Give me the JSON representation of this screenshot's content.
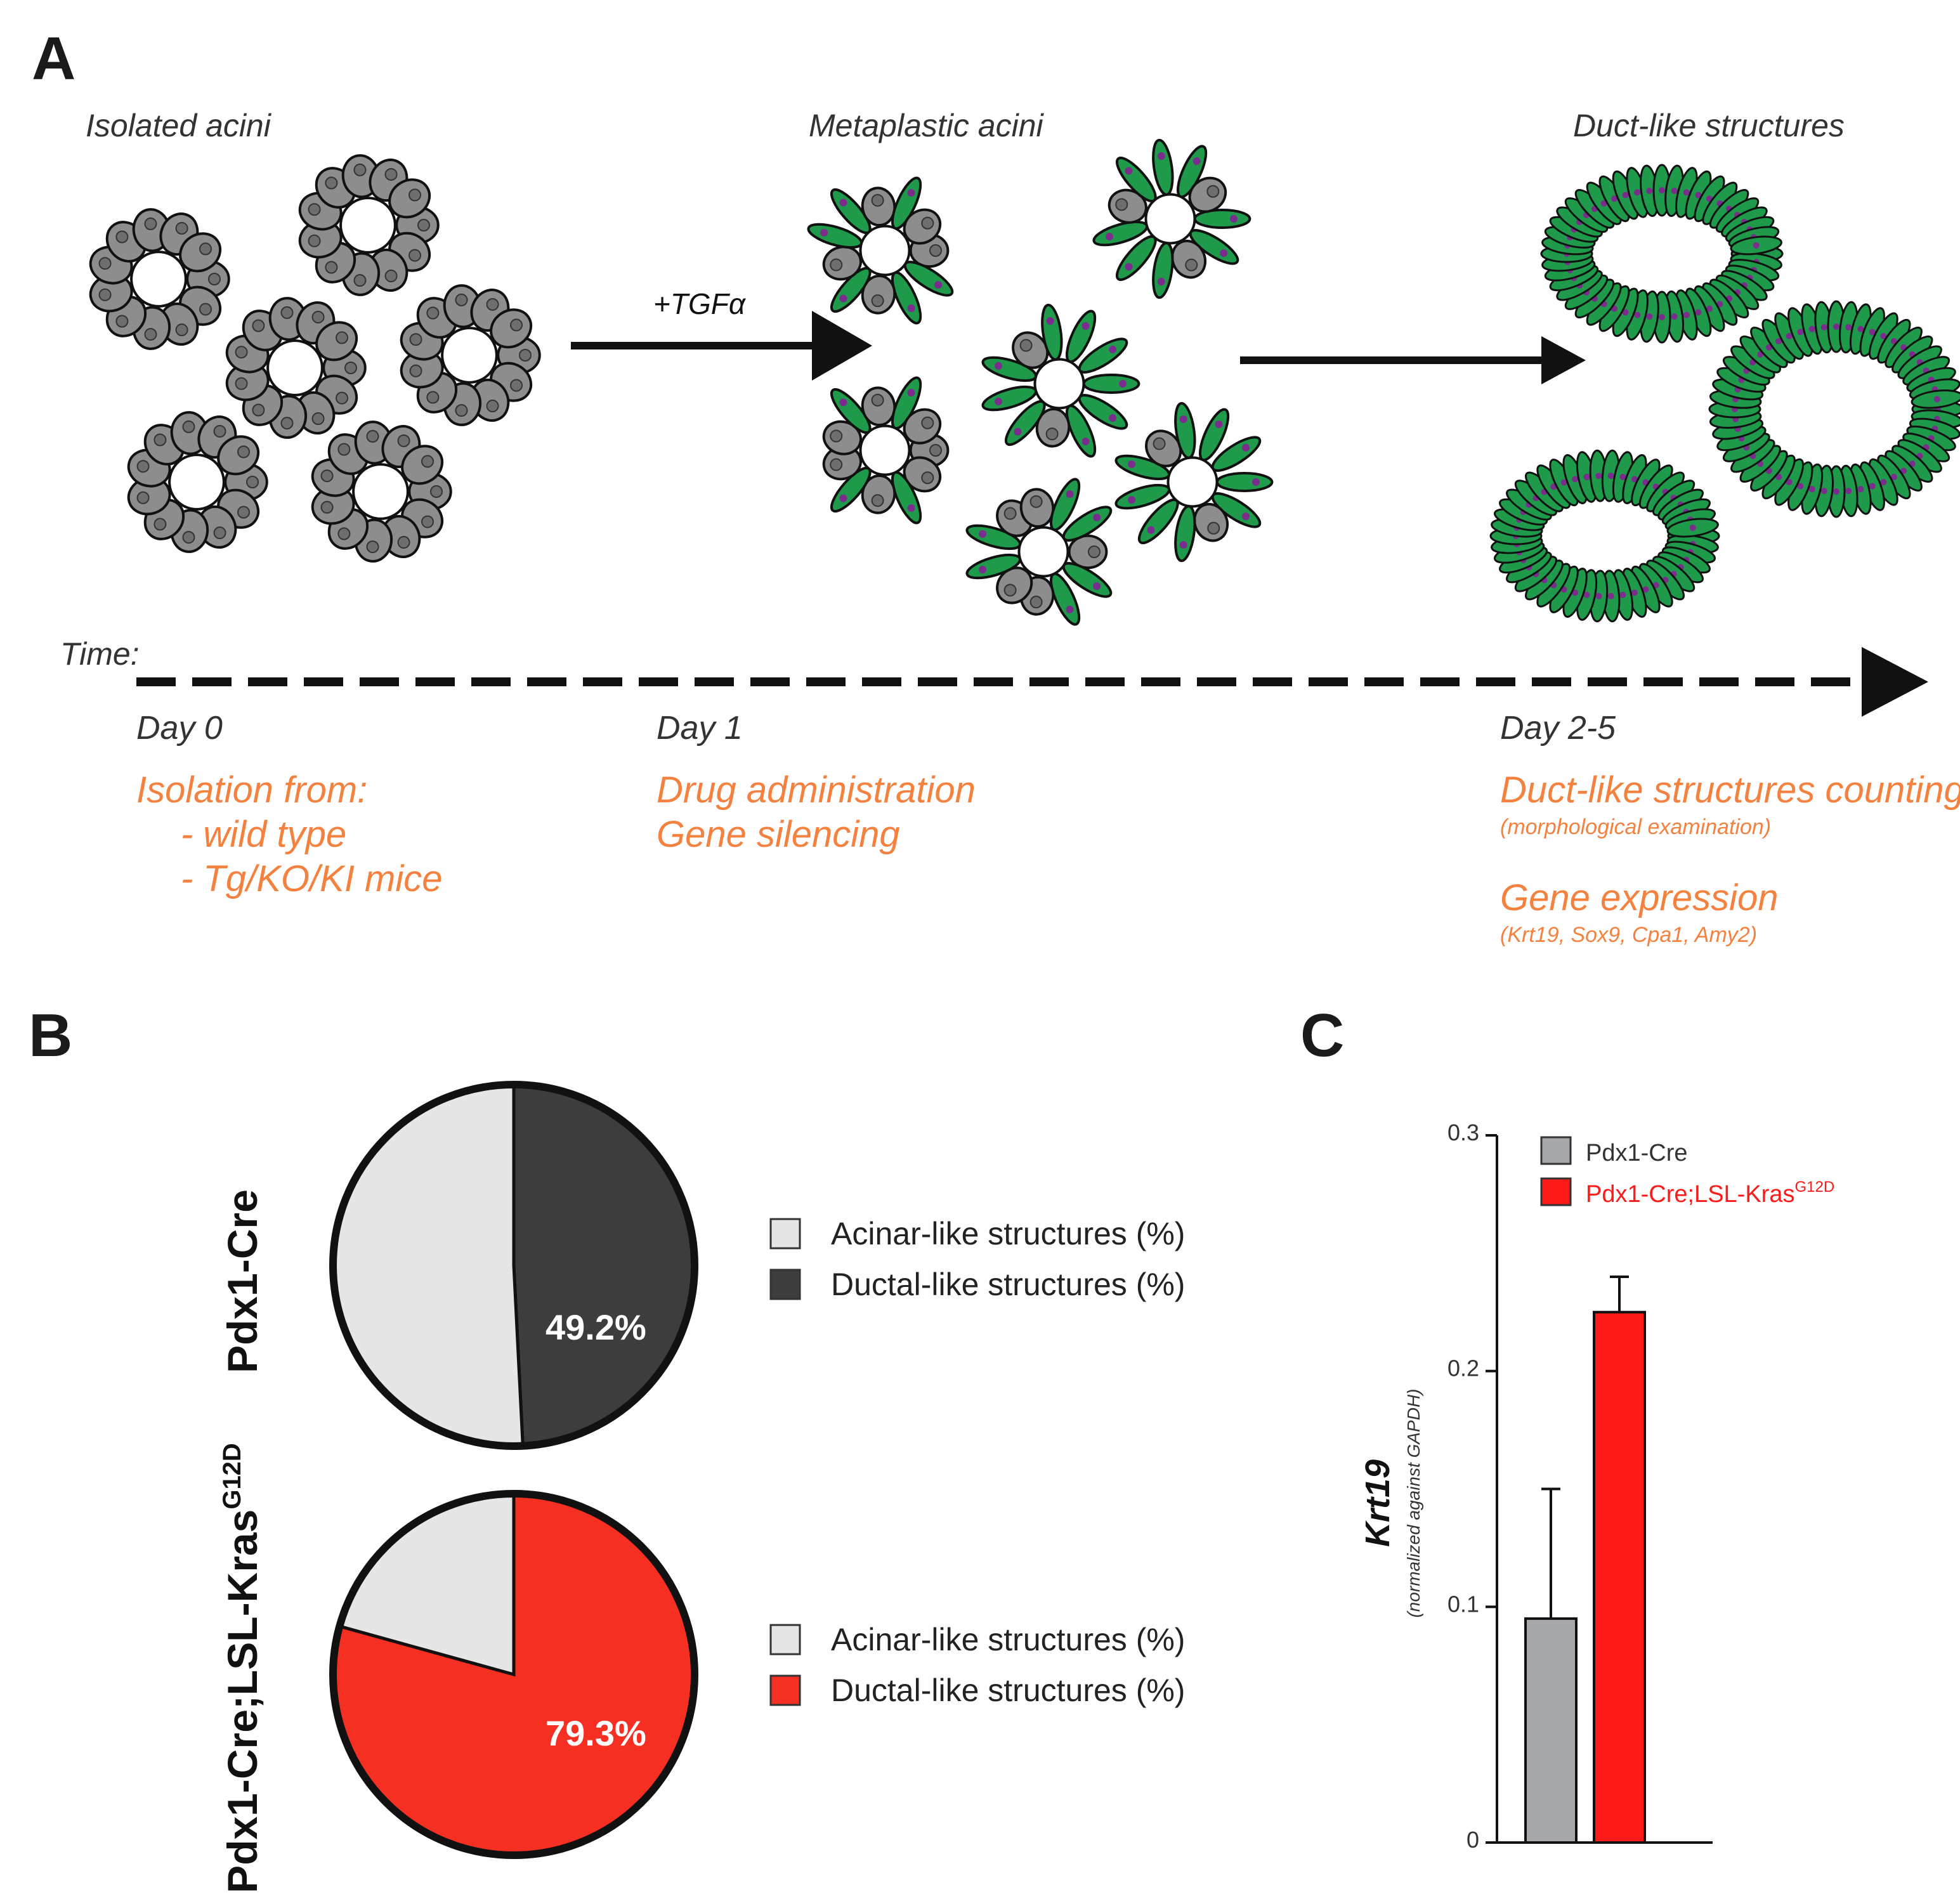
{
  "colors": {
    "cell_gray": "#8d8d8d",
    "cell_green": "#1e9a4a",
    "nucleus_purple": "#7b2d8e",
    "orange_text": "#f5813f",
    "pie_light": "#e6e6e6",
    "pie_dark": "#3d3d3d",
    "kras_red": "#f53022",
    "bar_gray": "#a6a8ab",
    "bar_red": "#ff1a1a"
  },
  "panel_a": {
    "letter": "A",
    "stages": [
      "Isolated acini",
      "Metaplastic acini",
      "Duct-like structures"
    ],
    "arrow_label": "+TGFα",
    "time_label": "Time:",
    "days": [
      "Day 0",
      "Day 1",
      "Day 2-5"
    ],
    "day0_lines": [
      "Isolation from:",
      "- wild type",
      "- Tg/KO/KI mice"
    ],
    "day1_lines": [
      "Drug administration",
      "Gene silencing"
    ],
    "day25": {
      "counting": "Duct-like structures counting",
      "counting_sub": "(morphological examination)",
      "expression": "Gene expression",
      "expression_sub": "(Krt19, Sox9, Cpa1, Amy2)"
    }
  },
  "panel_b": {
    "letter": "B",
    "chart_data": {
      "type": "pie",
      "pies": [
        {
          "row_label": "Pdx1-Cre",
          "slices": [
            {
              "label": "Acinar-like structures (%)",
              "value": 50.8,
              "color": "#e6e6e6"
            },
            {
              "label": "Ductal-like structures (%)",
              "value": 49.2,
              "color": "#3d3d3d"
            }
          ],
          "shown_label": "49.2%"
        },
        {
          "row_label_main": "Pdx1-Cre;LSL-Kras",
          "row_label_sup": "G12D",
          "slices": [
            {
              "label": "Acinar-like structures (%)",
              "value": 20.7,
              "color": "#e6e6e6"
            },
            {
              "label": "Ductal-like structures (%)",
              "value": 79.3,
              "color": "#f53022"
            }
          ],
          "shown_label": "79.3%"
        }
      ]
    }
  },
  "panel_c": {
    "letter": "C",
    "chart_data": {
      "type": "bar",
      "categories": [
        "Pdx1-Cre",
        "Pdx1-Cre;LSL-KrasG12D"
      ],
      "values": [
        0.095,
        0.225
      ],
      "errors": [
        0.055,
        0.015
      ],
      "bar_colors": [
        "#a6a8ab",
        "#ff1a1a"
      ],
      "legend": [
        {
          "text": "Pdx1-Cre",
          "color": "#a6a8ab",
          "text_color": "#333333"
        },
        {
          "text": "Pdx1-Cre;LSL-Kras",
          "sup": "G12D",
          "color": "#ff1a1a",
          "text_color": "#ff1a1a"
        }
      ],
      "ylim": [
        0,
        0.3
      ],
      "yticks": [
        "0",
        "0.1",
        "0.2",
        "0.3"
      ],
      "ylabel": "Krt19",
      "ylabel_sub": "(normalized against GAPDH)"
    }
  }
}
